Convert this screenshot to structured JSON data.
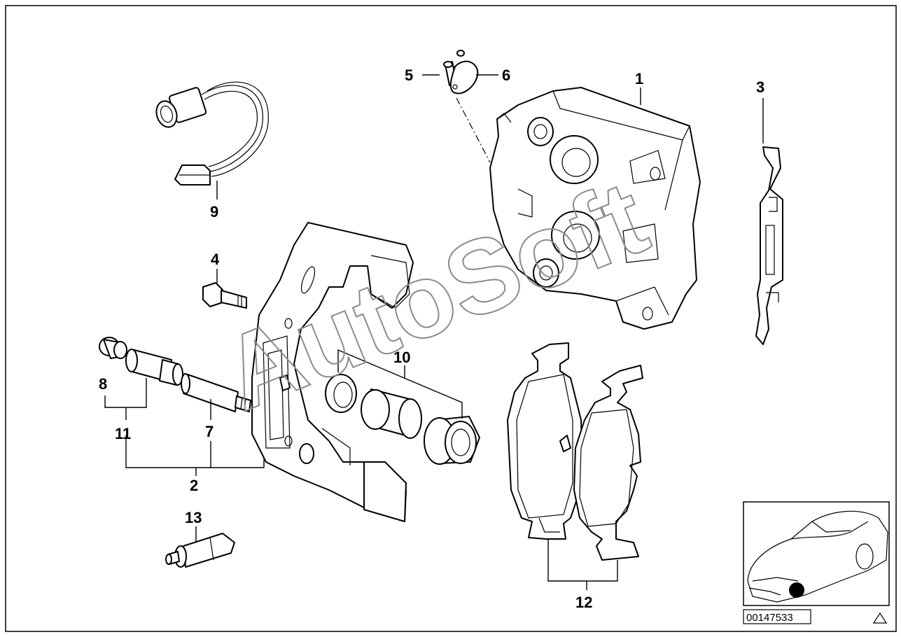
{
  "diagram": {
    "watermark": "AutoSoft",
    "catalog_code": "00147533",
    "callouts": {
      "c1": "1",
      "c2": "2",
      "c3": "3",
      "c4": "4",
      "c5": "5",
      "c6": "6",
      "c7": "7",
      "c8": "8",
      "c9": "9",
      "c10": "10",
      "c11": "11",
      "c12": "12",
      "c13": "13"
    }
  }
}
